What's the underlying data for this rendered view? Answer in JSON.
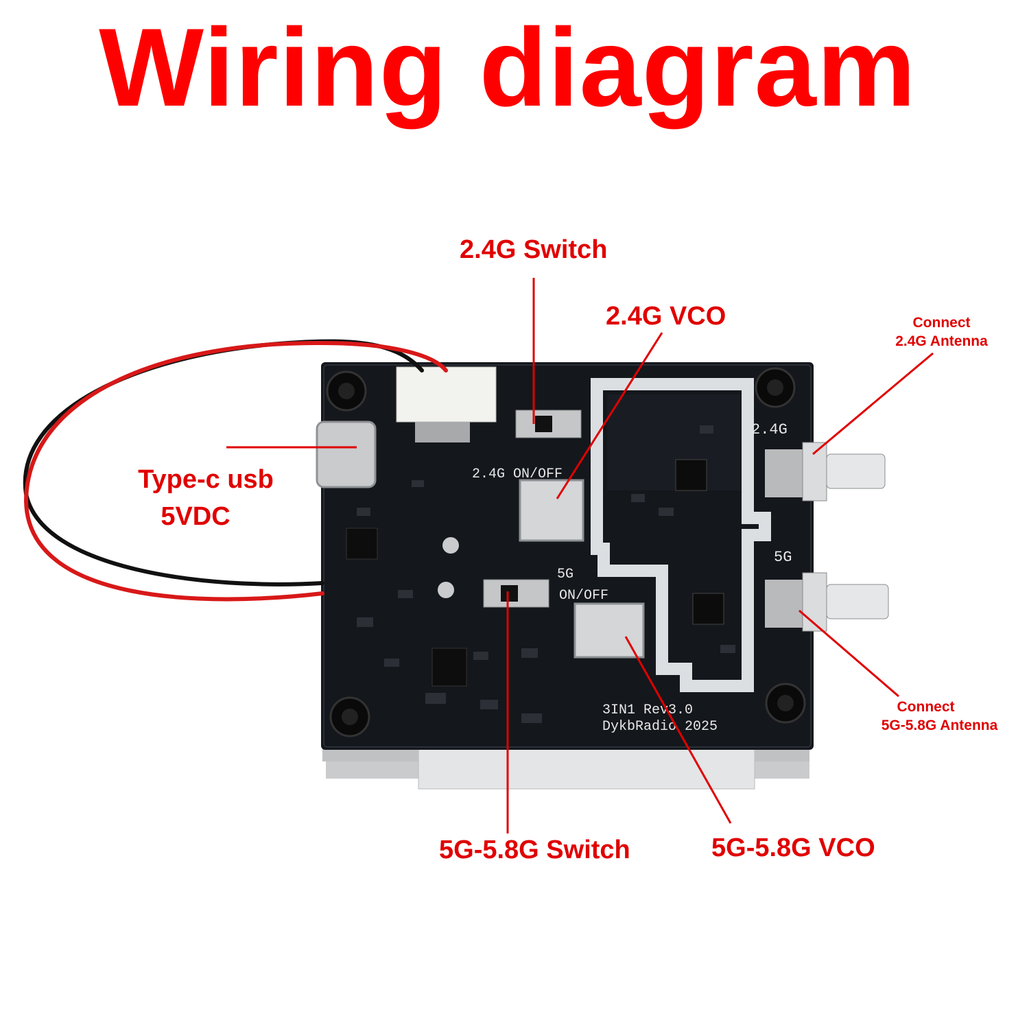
{
  "title": "Wiring diagram",
  "labels": {
    "switch_24": "2.4G Switch",
    "vco_24": "2.4G VCO",
    "antenna_24_line1": "Connect",
    "antenna_24_line2": "2.4G Antenna",
    "usb_line1": "Type-c usb",
    "usb_line2": "5VDC",
    "antenna_5g_line1": "Connect",
    "antenna_5g_line2": "5G-5.8G Antenna",
    "switch_5g": "5G-5.8G Switch",
    "vco_5g": "5G-5.8G VCO"
  },
  "board": {
    "silk_24g": "2.4G",
    "silk_5g": "5G",
    "silk_24_onoff": "2.4G ON/OFF",
    "silk_5g_label": "5G",
    "silk_5g_onoff": "ON/OFF",
    "silk_model": "3IN1 Rev3.0",
    "silk_maker": "DykbRadio 2025"
  },
  "colors": {
    "annotation": "#e00000",
    "pcb": "#14171c",
    "wire_red": "#d81818",
    "wire_black": "#111111",
    "heatsink": "#d6d8da"
  }
}
